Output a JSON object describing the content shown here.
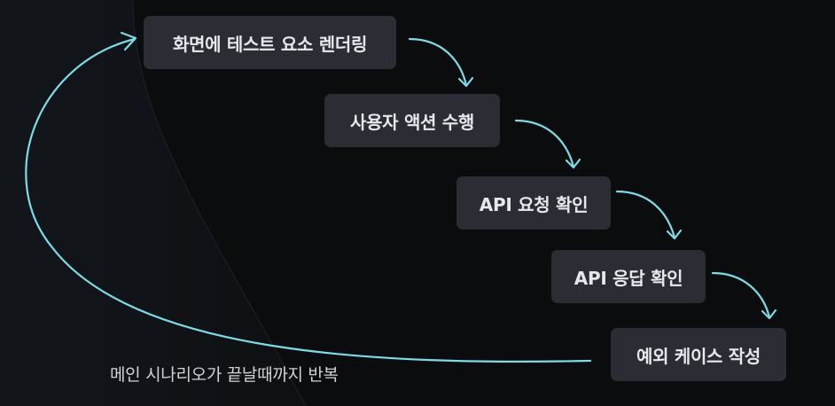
{
  "steps": [
    {
      "label": "화면에 테스트 요소 렌더링"
    },
    {
      "label": "사용자 액션 수행"
    },
    {
      "label": "API 요청 확인"
    },
    {
      "label": "API 응답 확인"
    },
    {
      "label": "예외 케이스 작성"
    }
  ],
  "loop_label": "메인 시나리오가 끝날때까지 반복",
  "colors": {
    "background": "#0b0c0e",
    "box": "#2a2d33",
    "box_text": "#e6e8eb",
    "arrow": "#7fdbe6",
    "label_text": "#cfd3d8"
  }
}
